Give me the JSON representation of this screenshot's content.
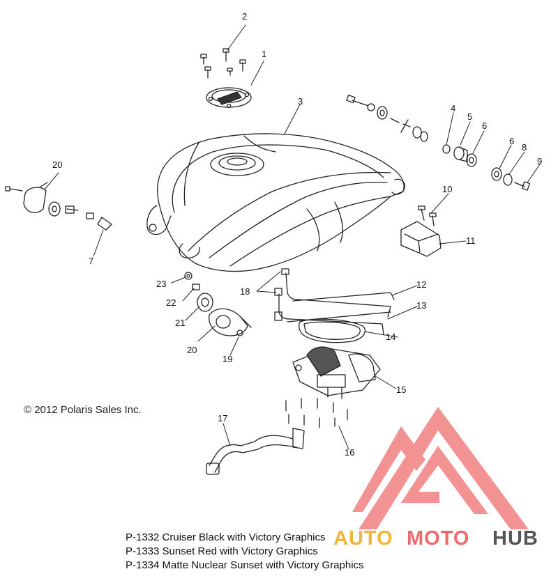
{
  "copyright": "© 2012 Polaris Sales Inc.",
  "captions": [
    "P-1332 Cruiser Black with Victory Graphics",
    "P-1333 Sunset Red with Victory Graphics",
    "P-1334 Matte Nuclear Sunset with Victory Graphics"
  ],
  "watermark": {
    "part1": "AUTO",
    "part2": "MOTO",
    "part3": "HUB",
    "color_triangle": "#f08080"
  },
  "callouts": {
    "c1": "1",
    "c2": "2",
    "c3": "3",
    "c4": "4",
    "c5": "5",
    "c6a": "6",
    "c6b": "6",
    "c7": "7",
    "c8": "8",
    "c9": "9",
    "c10": "10",
    "c11": "11",
    "c12": "12",
    "c13": "13",
    "c14": "14",
    "c15": "15",
    "c16": "16",
    "c17": "17",
    "c18": "18",
    "c19": "19",
    "c20a": "20",
    "c20b": "20",
    "c21": "21",
    "c22": "22",
    "c23": "23"
  }
}
